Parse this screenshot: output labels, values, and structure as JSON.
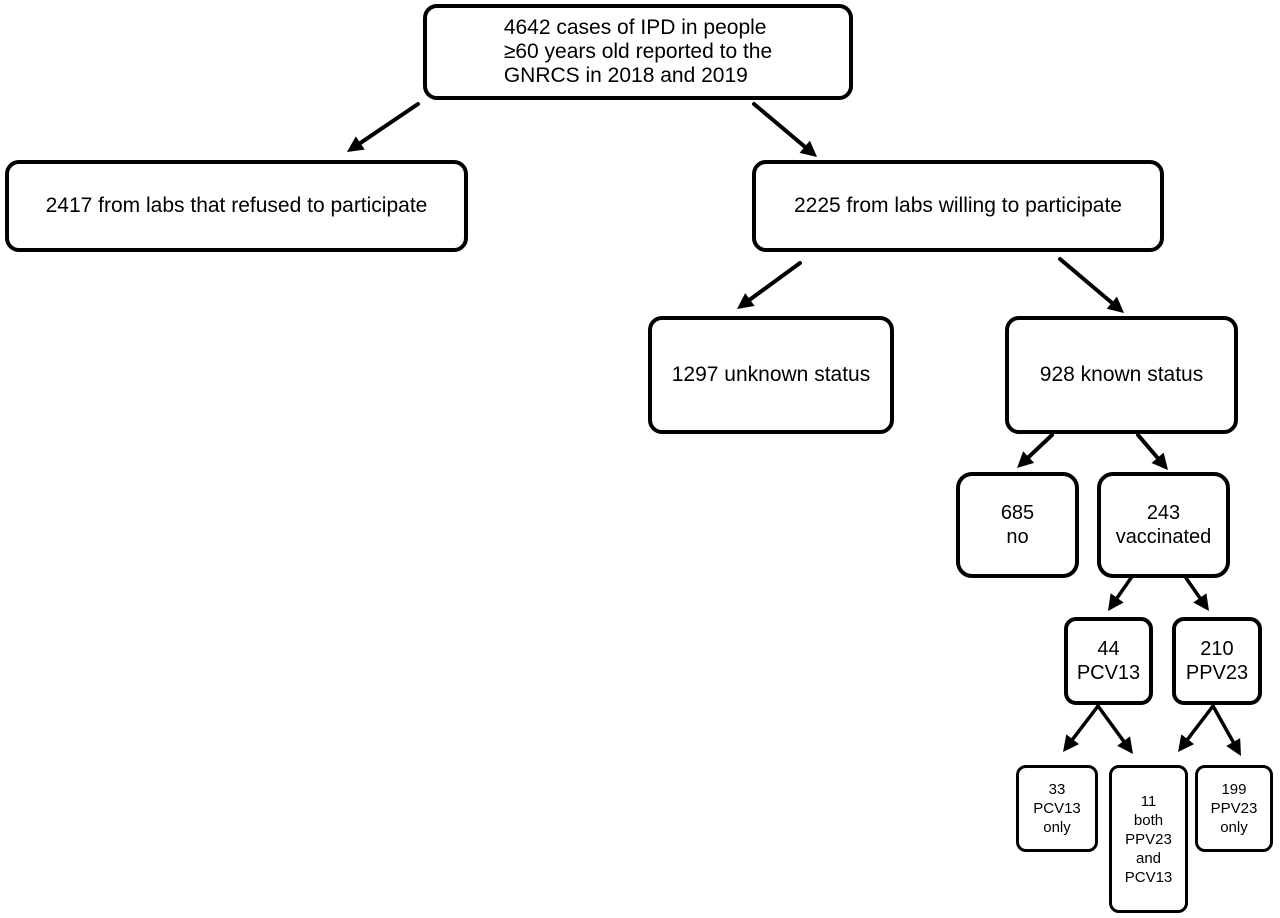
{
  "flowchart": {
    "root": {
      "text": "4642 cases of IPD in people\n≥60 years old reported to the\nGNRCS in 2018 and 2019"
    },
    "refused": {
      "text": "2417 from labs that refused to participate"
    },
    "willing": {
      "text": "2225 from labs willing to participate"
    },
    "unknown_status": {
      "text": "1297 unknown status"
    },
    "known_status": {
      "text": "928 known status"
    },
    "not_vaccinated": {
      "text": "685\nno"
    },
    "vaccinated": {
      "text": "243\nvaccinated"
    },
    "pcv13": {
      "text": "44\nPCV13"
    },
    "ppv23": {
      "text": "210\nPPV23"
    },
    "pcv13_only": {
      "text": "33\nPCV13\nonly"
    },
    "both": {
      "text": "11\nboth\nPPV23\nand\nPCV13"
    },
    "ppv23_only": {
      "text": "199\nPPV23\nonly"
    }
  },
  "colors": {
    "line": "#000000",
    "background": "#ffffff"
  }
}
